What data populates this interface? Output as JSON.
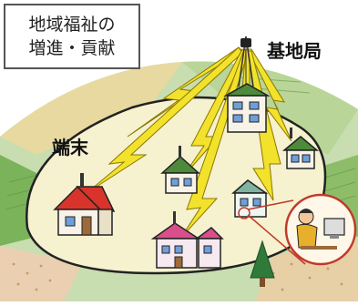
{
  "title_box": {
    "line1": "地域福祉の",
    "line2": "増進・貢献"
  },
  "labels": {
    "base_station": "基地局",
    "terminal": "端末"
  },
  "colors": {
    "field_green": "#a9d08e",
    "field_dark": "#6fa64a",
    "plot_tan": "#ead7a8",
    "coverage_fill": "#f4efc8",
    "lightning": "#f2e02a",
    "lightning_outline": "#7a6a00",
    "ring": "#c0392b"
  },
  "icons": [
    "antenna-tower-icon",
    "house-icon",
    "antenna-icon",
    "tree-icon",
    "person-at-computer-icon"
  ]
}
